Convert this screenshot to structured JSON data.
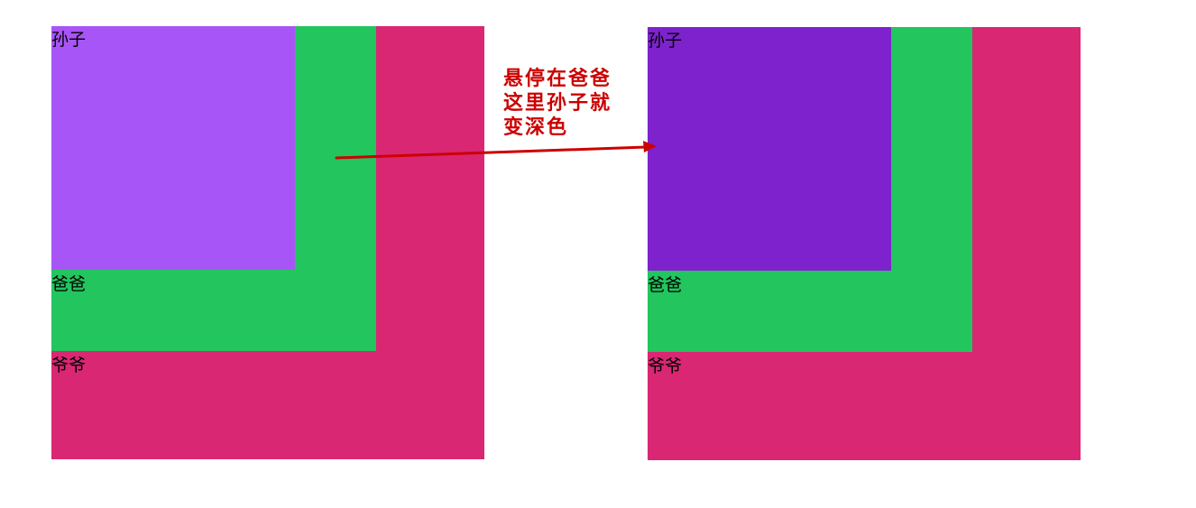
{
  "colors": {
    "grandpa": "#d92773",
    "father": "#22c55e",
    "child_normal": "#a855f7",
    "child_hover": "#7e22ce",
    "annotation": "#cc0000",
    "label": "#000000"
  },
  "left_panel": {
    "state": "normal",
    "child_label": "孙子",
    "father_label": "爸爸",
    "grandpa_label": "爷爷"
  },
  "right_panel": {
    "state": "hover",
    "child_label": "孙子",
    "father_label": "爸爸",
    "grandpa_label": "爷爷"
  },
  "annotation": {
    "text": "悬停在爸爸\n这里孙子就\n变深色"
  }
}
